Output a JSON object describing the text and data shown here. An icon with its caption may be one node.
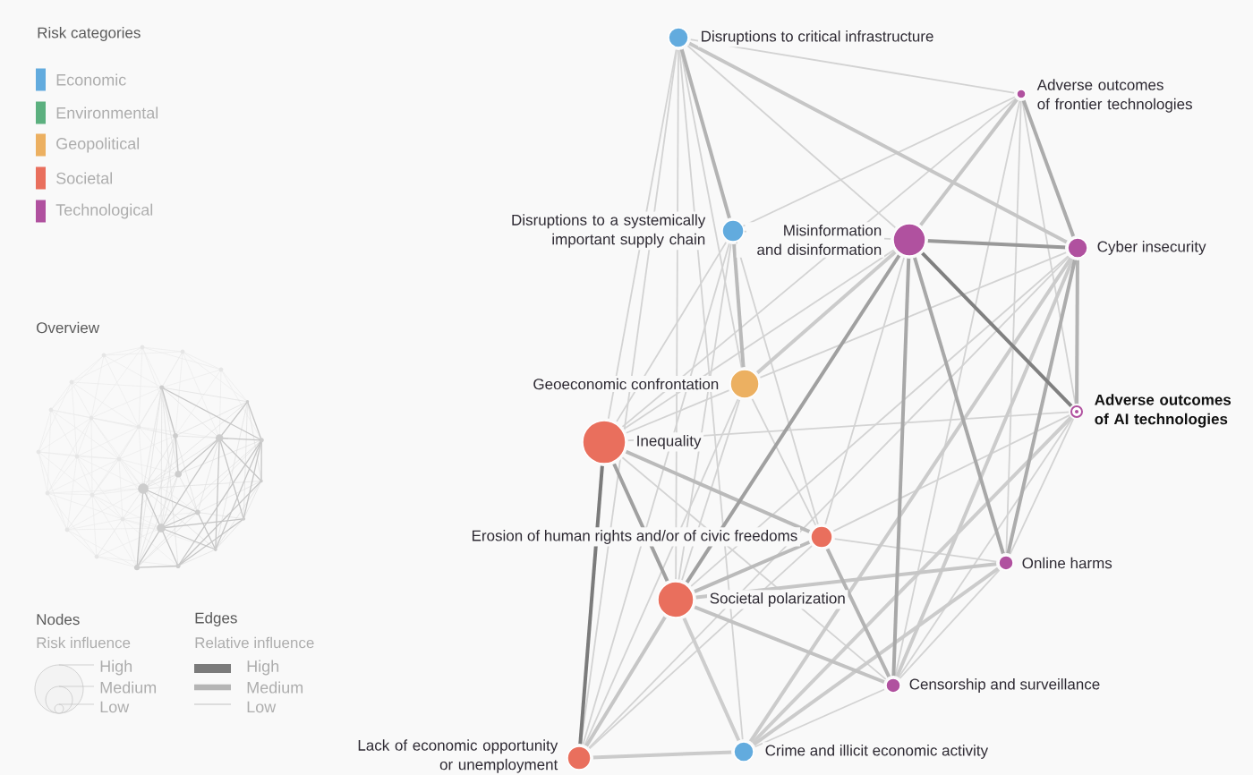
{
  "diagram": {
    "nodes": [
      {
        "text": [
          "Disruptions to critical infrastructure"
        ]
      },
      {
        "text": [
          "Adverse outcomes of frontier technologies"
        ]
      },
      {
        "text": [
          "Disruptions to a systemically important supply chain"
        ]
      },
      {
        "text": [
          "Misinformation and disinformation"
        ]
      },
      {
        "text": [
          "Cyber insecurity"
        ]
      },
      {
        "text": [
          "Geoeconomic confrontation"
        ]
      },
      {
        "text": [
          "Adverse outcomes of AI technologies"
        ]
      },
      {
        "text": [
          "Inequality"
        ]
      },
      {
        "text": [
          "Erosion of human rights and/or of civic freedoms"
        ]
      },
      {
        "text": [
          "Online harms"
        ]
      },
      {
        "text": [
          "Societal polarization"
        ]
      },
      {
        "text": [
          "Censorship and surveillance"
        ]
      },
      {
        "text": [
          "Lack of economic opportunity or unemployment"
        ]
      },
      {
        "text": [
          "Crime and illicit economic activity"
        ]
      }
    ],
    "edges": [
      {
        "from": 0,
        "to": 1,
        "arrow": "none"
      },
      {
        "from": 0,
        "to": 3,
        "arrow": "none"
      },
      {
        "from": 0,
        "to": 5,
        "arrow": "none"
      },
      {
        "from": 0,
        "to": 7,
        "arrow": "none"
      },
      {
        "from": 0,
        "to": 10,
        "arrow": "none"
      },
      {
        "from": 0,
        "to": 12,
        "arrow": "none"
      },
      {
        "from": 0,
        "to": 13,
        "arrow": "none"
      },
      {
        "from": 1,
        "to": 2,
        "arrow": "none"
      },
      {
        "from": 1,
        "to": 6,
        "arrow": "none"
      },
      {
        "from": 1,
        "to": 7,
        "arrow": "none"
      },
      {
        "from": 1,
        "to": 9,
        "arrow": "none"
      },
      {
        "from": 1,
        "to": 11,
        "arrow": "none"
      },
      {
        "from": 2,
        "to": 3,
        "arrow": "none"
      },
      {
        "from": 2,
        "to": 7,
        "arrow": "none"
      },
      {
        "from": 2,
        "to": 8,
        "arrow": "none"
      },
      {
        "from": 2,
        "to": 10,
        "arrow": "none"
      },
      {
        "from": 2,
        "to": 12,
        "arrow": "none"
      },
      {
        "from": 3,
        "to": 7,
        "arrow": "none"
      },
      {
        "from": 3,
        "to": 8,
        "arrow": "none"
      },
      {
        "from": 4,
        "to": 5,
        "arrow": "none"
      },
      {
        "from": 4,
        "to": 10,
        "arrow": "none"
      },
      {
        "from": 4,
        "to": 12,
        "arrow": "none"
      },
      {
        "from": 5,
        "to": 7,
        "arrow": "none"
      },
      {
        "from": 5,
        "to": 8,
        "arrow": "none"
      },
      {
        "from": 5,
        "to": 10,
        "arrow": "none"
      },
      {
        "from": 5,
        "to": 12,
        "arrow": "none"
      },
      {
        "from": 6,
        "to": 7,
        "arrow": "none"
      },
      {
        "from": 6,
        "to": 8,
        "arrow": "none"
      },
      {
        "from": 6,
        "to": 9,
        "arrow": "none"
      },
      {
        "from": 6,
        "to": 11,
        "arrow": "none"
      },
      {
        "from": 7,
        "to": 11,
        "arrow": "none"
      },
      {
        "from": 8,
        "to": 9,
        "arrow": "none"
      },
      {
        "from": 8,
        "to": 12,
        "arrow": "none"
      },
      {
        "from": 9,
        "to": 11,
        "arrow": "none"
      },
      {
        "from": 11,
        "to": 13,
        "arrow": "none"
      },
      {
        "from": 0,
        "to": 4,
        "arrow": "none",
        "style": "thick",
        "color": "#c6c6c6"
      },
      {
        "from": 1,
        "to": 3,
        "arrow": "none",
        "style": "thick",
        "color": "#c6c6c6"
      },
      {
        "from": 3,
        "to": 5,
        "arrow": "none",
        "style": "thick",
        "color": "#cbcbcb"
      },
      {
        "from": 4,
        "to": 11,
        "arrow": "none",
        "style": "thick",
        "color": "#cbcbcb"
      },
      {
        "from": 4,
        "to": 13,
        "arrow": "none",
        "style": "thick",
        "color": "#cbcbcb"
      },
      {
        "from": 6,
        "to": 13,
        "arrow": "none",
        "style": "thick",
        "color": "#cdcdcd"
      },
      {
        "from": 9,
        "to": 10,
        "arrow": "none",
        "style": "thick",
        "color": "#c6c6c6"
      },
      {
        "from": 9,
        "to": 13,
        "arrow": "none",
        "style": "thick",
        "color": "#cbcbcb"
      },
      {
        "from": 10,
        "to": 11,
        "arrow": "none",
        "style": "thick",
        "color": "#c2c2c2"
      },
      {
        "from": 10,
        "to": 12,
        "arrow": "none",
        "style": "thick",
        "color": "#c6c6c6"
      },
      {
        "from": 10,
        "to": 13,
        "arrow": "none",
        "style": "thick",
        "color": "#cdcdcd"
      },
      {
        "from": 12,
        "to": 13,
        "arrow": "none",
        "style": "thick",
        "color": "#cbcbcb"
      },
      {
        "from": 0,
        "to": 2,
        "arrow": "none",
        "style": "thick",
        "color": "#b3b3b3"
      },
      {
        "from": 2,
        "to": 5,
        "arrow": "none",
        "style": "thick",
        "color": "#bababa"
      },
      {
        "from": 1,
        "to": 4,
        "arrow": "none",
        "style": "thick",
        "color": "#acacac"
      },
      {
        "from": 4,
        "to": 6,
        "arrow": "none",
        "style": "thick",
        "color": "#b3b3b3"
      },
      {
        "from": 7,
        "to": 8,
        "arrow": "none",
        "style": "thick",
        "color": "#bababa"
      },
      {
        "from": 8,
        "to": 10,
        "arrow": "none",
        "style": "thick",
        "color": "#bababa"
      },
      {
        "from": 8,
        "to": 11,
        "arrow": "none",
        "style": "thick",
        "color": "#b3b3b3"
      },
      {
        "from": 4,
        "to": 9,
        "arrow": "none",
        "style": "thick",
        "color": "#acacac"
      },
      {
        "from": 3,
        "to": 9,
        "arrow": "none",
        "style": "thick",
        "color": "#a8a8a8"
      },
      {
        "from": 3,
        "to": 11,
        "arrow": "none",
        "style": "thick",
        "color": "#a8a8a8"
      },
      {
        "from": 7,
        "to": 10,
        "arrow": "none",
        "style": "thick",
        "color": "#a0a0a0"
      },
      {
        "from": 3,
        "to": 10,
        "arrow": "none",
        "style": "thick",
        "color": "#a0a0a0"
      },
      {
        "from": 3,
        "to": 4,
        "arrow": "none",
        "style": "thick",
        "color": "#999999"
      },
      {
        "from": 3,
        "to": 6,
        "arrow": "none",
        "style": "thick",
        "color": "#808080"
      },
      {
        "from": 7,
        "to": 12,
        "arrow": "none",
        "style": "thick",
        "color": "#7b7b7b"
      }
    ],
    "labels": [
      "Risk categories",
      "Overview",
      "Nodes",
      "Risk influence",
      "Edges",
      "Relative influence"
    ],
    "legend": [
      {
        "text": "Economic",
        "color": "#62abde"
      },
      {
        "text": "Environmental",
        "color": "#5cb07f"
      },
      {
        "text": "Geopolitical",
        "color": "#ecb061"
      },
      {
        "text": "Societal",
        "color": "#e96f5d"
      },
      {
        "text": "Technological",
        "color": "#b0519f"
      },
      {
        "text": "High"
      },
      {
        "text": "Medium"
      },
      {
        "text": "Low"
      },
      {
        "text": "High"
      },
      {
        "text": "Medium"
      },
      {
        "text": "Low"
      }
    ]
  }
}
